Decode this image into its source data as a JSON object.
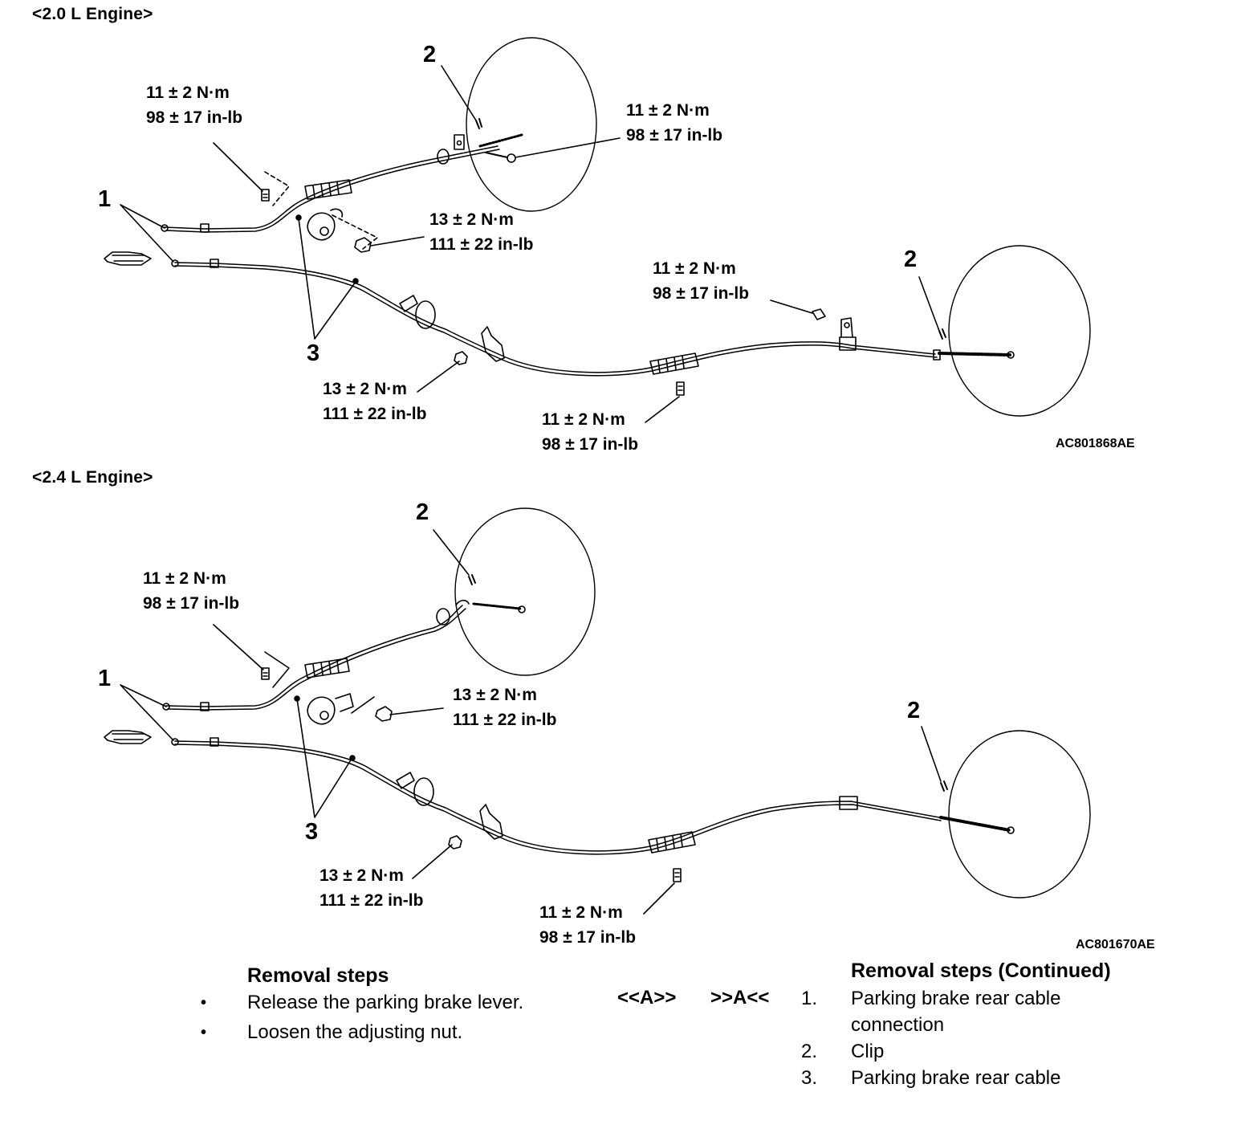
{
  "diagrams": [
    {
      "title": "<2.0 L Engine>",
      "figure_id": "AC801868AE",
      "callouts": [
        "1",
        "2",
        "2",
        "3"
      ],
      "torques": [
        {
          "nm": "11 ± 2 N·m",
          "inlb": "98 ± 17 in-lb"
        },
        {
          "nm": "11 ± 2 N·m",
          "inlb": "98 ± 17 in-lb"
        },
        {
          "nm": "13 ± 2 N·m",
          "inlb": "111 ± 22 in-lb"
        },
        {
          "nm": "11 ± 2 N·m",
          "inlb": "98 ± 17 in-lb"
        },
        {
          "nm": "13 ± 2 N·m",
          "inlb": "111 ± 22 in-lb"
        },
        {
          "nm": "11 ± 2 N·m",
          "inlb": "98 ± 17 in-lb"
        }
      ]
    },
    {
      "title": "<2.4 L Engine>",
      "figure_id": "AC801670AE",
      "callouts": [
        "1",
        "2",
        "2",
        "3"
      ],
      "torques": [
        {
          "nm": "11 ± 2 N·m",
          "inlb": "98 ± 17 in-lb"
        },
        {
          "nm": "13 ± 2 N·m",
          "inlb": "111 ± 22 in-lb"
        },
        {
          "nm": "13 ± 2 N·m",
          "inlb": "111 ± 22 in-lb"
        },
        {
          "nm": "11 ± 2 N·m",
          "inlb": "98 ± 17 in-lb"
        }
      ]
    }
  ],
  "removal_steps": {
    "title": "Removal steps",
    "bullet": "•",
    "items": [
      "Release the parking brake lever.",
      "Loosen the adjusting nut."
    ]
  },
  "removal_steps_continued": {
    "title": "Removal steps (Continued)",
    "marker_left": "<<A>>",
    "marker_right": ">>A<<",
    "items": [
      {
        "num": "1.",
        "lines": [
          "Parking brake rear cable",
          "connection"
        ]
      },
      {
        "num": "2.",
        "lines": [
          "Clip"
        ]
      },
      {
        "num": "3.",
        "lines": [
          "Parking brake rear cable"
        ]
      }
    ]
  }
}
